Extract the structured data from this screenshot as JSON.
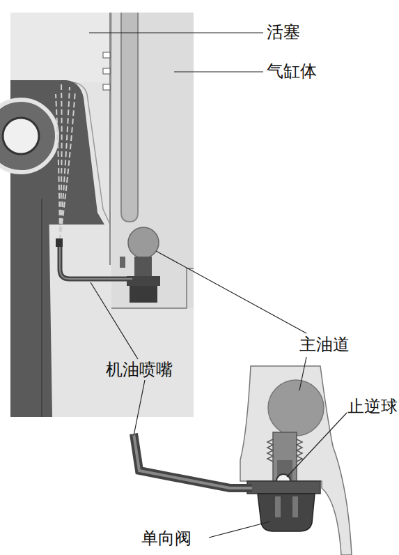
{
  "diagram": {
    "labels": [
      "活塞",
      "气缸体",
      "主油道",
      "止逆球",
      "机油喷嘴",
      "单向阀"
    ]
  }
}
